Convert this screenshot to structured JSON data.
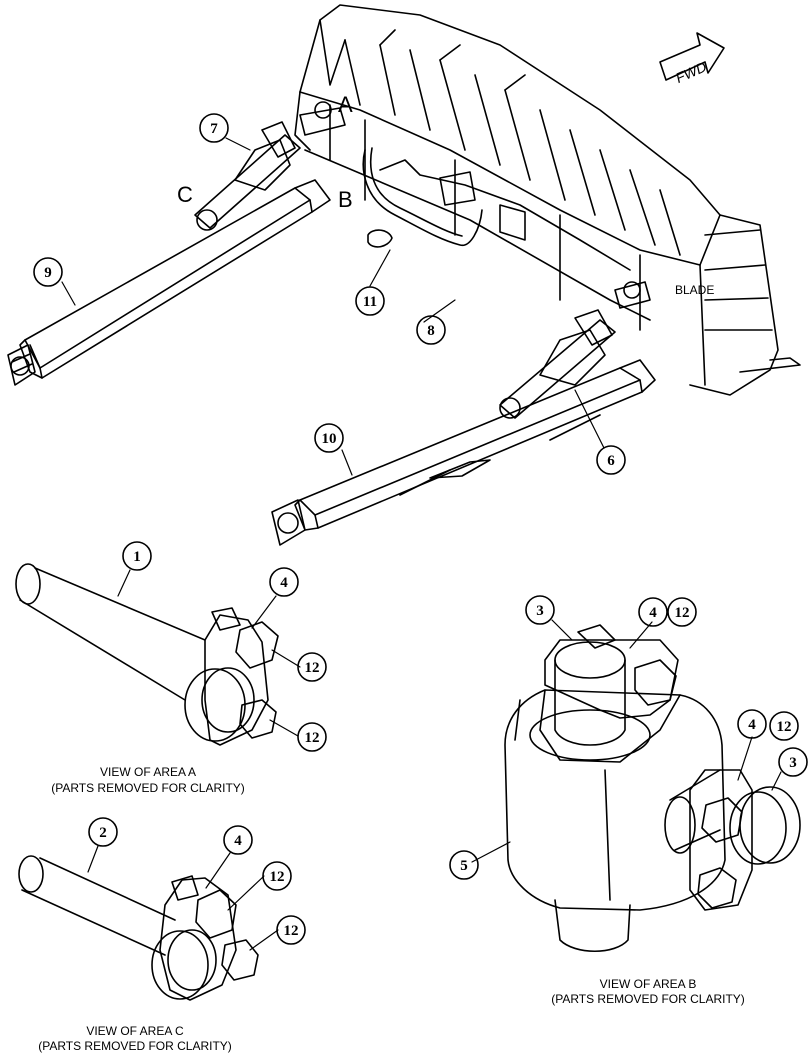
{
  "fwd_label": "FWD",
  "blade_label": "BLADE",
  "area_letters": {
    "a": "A",
    "b": "B",
    "c": "C"
  },
  "callouts": {
    "c1": "1",
    "c2": "2",
    "c3_top": "3",
    "c3_right": "3",
    "c4_viewA": "4",
    "c4_viewB_top": "4",
    "c4_viewB_right": "4",
    "c4_viewC": "4",
    "c5": "5",
    "c6": "6",
    "c7": "7",
    "c8": "8",
    "c9": "9",
    "c10": "10",
    "c11": "11",
    "c12_viewA_top": "12",
    "c12_viewA_bottom": "12",
    "c12_viewB_top": "12",
    "c12_viewB_right": "12",
    "c12_viewC_top": "12",
    "c12_viewC_bottom": "12"
  },
  "captions": {
    "view_a": {
      "title": "VIEW OF AREA  A",
      "note": "(PARTS REMOVED FOR CLARITY)"
    },
    "view_b": {
      "title": "VIEW OF AREA B",
      "note": "(PARTS REMOVED FOR CLARITY)"
    },
    "view_c": {
      "title": "VIEW OF AREA C",
      "note": "(PARTS REMOVED FOR CLARITY)"
    }
  }
}
